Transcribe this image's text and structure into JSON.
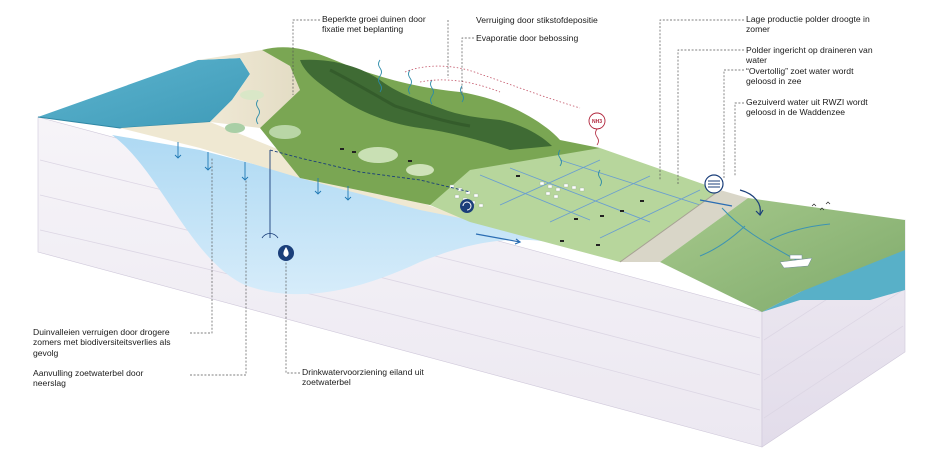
{
  "labels": {
    "dunes_fixation": [
      "Beperkte groei duinen door",
      "fixatie met beplanting"
    ],
    "nitrogen": "Verruiging door stikstofdepositie",
    "evaporation": "Evaporatie door bebossing",
    "low_production": [
      "Lage productie polder droogte in",
      "zomer"
    ],
    "polder_drainage": [
      "Polder ingericht op draineren van",
      "water"
    ],
    "surplus_water": [
      "“Overtollig” zoet water wordt",
      "geloosd in zee"
    ],
    "rwzi": [
      "Gezuiverd water uit RWZI wordt",
      "geloosd in de Waddenzee"
    ],
    "dune_valleys": [
      "Duinvalleien verruigen door drogere",
      "zomers met biodiversiteitsverlies als",
      "gevolg"
    ],
    "recharge": [
      "Aanvulling zoetwaterbel door",
      "neerslag"
    ],
    "drinking_water": [
      "Drinkwatervoorziening eiland uit",
      "zoetwaterbel"
    ]
  },
  "icons": {
    "ammonia": "NH3",
    "water_drop": "water-drop-icon",
    "pump_station": "pump-station-icon",
    "treatment_plant": "rwzi-treatment-icon"
  },
  "colors": {
    "sea": "#4aa9c4",
    "fresh_water_lens": "#bfe1f6",
    "dune_green": "#5f8f3d",
    "forest_green": "#3f6b34",
    "polder_green": "#b8d79a",
    "wadden_green": "#8fb97a",
    "callout_line": "#555555",
    "flow_blue": "#2a6db3",
    "nh3_red": "#b0233a"
  }
}
